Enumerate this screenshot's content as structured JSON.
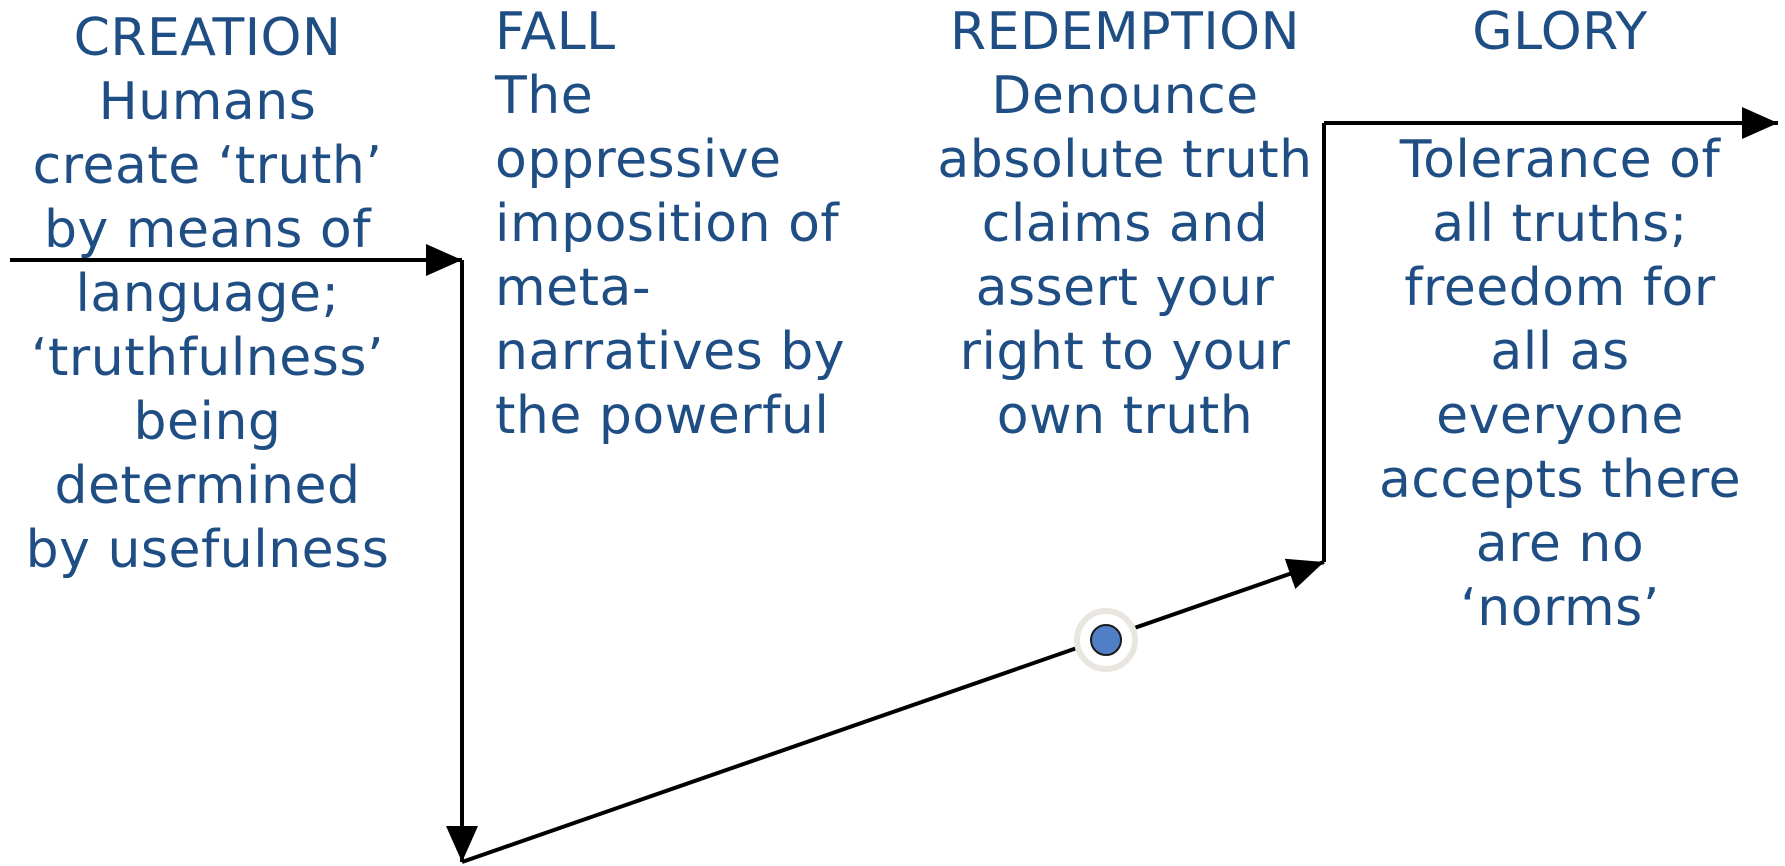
{
  "stages": {
    "creation": {
      "text": "CREATION\nHumans\ncreate  ‘truth’\nby means of\nlanguage;\n‘truthfulness’\nbeing\ndetermined\nby usefulness"
    },
    "fall": {
      "text": "FALL\nThe\noppressive\nimposition of\nmeta-\nnarratives by\nthe powerful"
    },
    "redemption": {
      "text": "REDEMPTION\nDenounce\nabsolute truth\nclaims and\nassert your\nright to your\nown truth"
    },
    "glory": {
      "title": "GLORY",
      "body": "Tolerance of\nall truths;\nfreedom for\nall as\neveryone\naccepts there\nare no\n‘norms’"
    }
  },
  "colors": {
    "text": "#1f4e84",
    "line": "#000000",
    "marker_fill": "#4f7fc4",
    "marker_halo": "#e8e6de"
  }
}
